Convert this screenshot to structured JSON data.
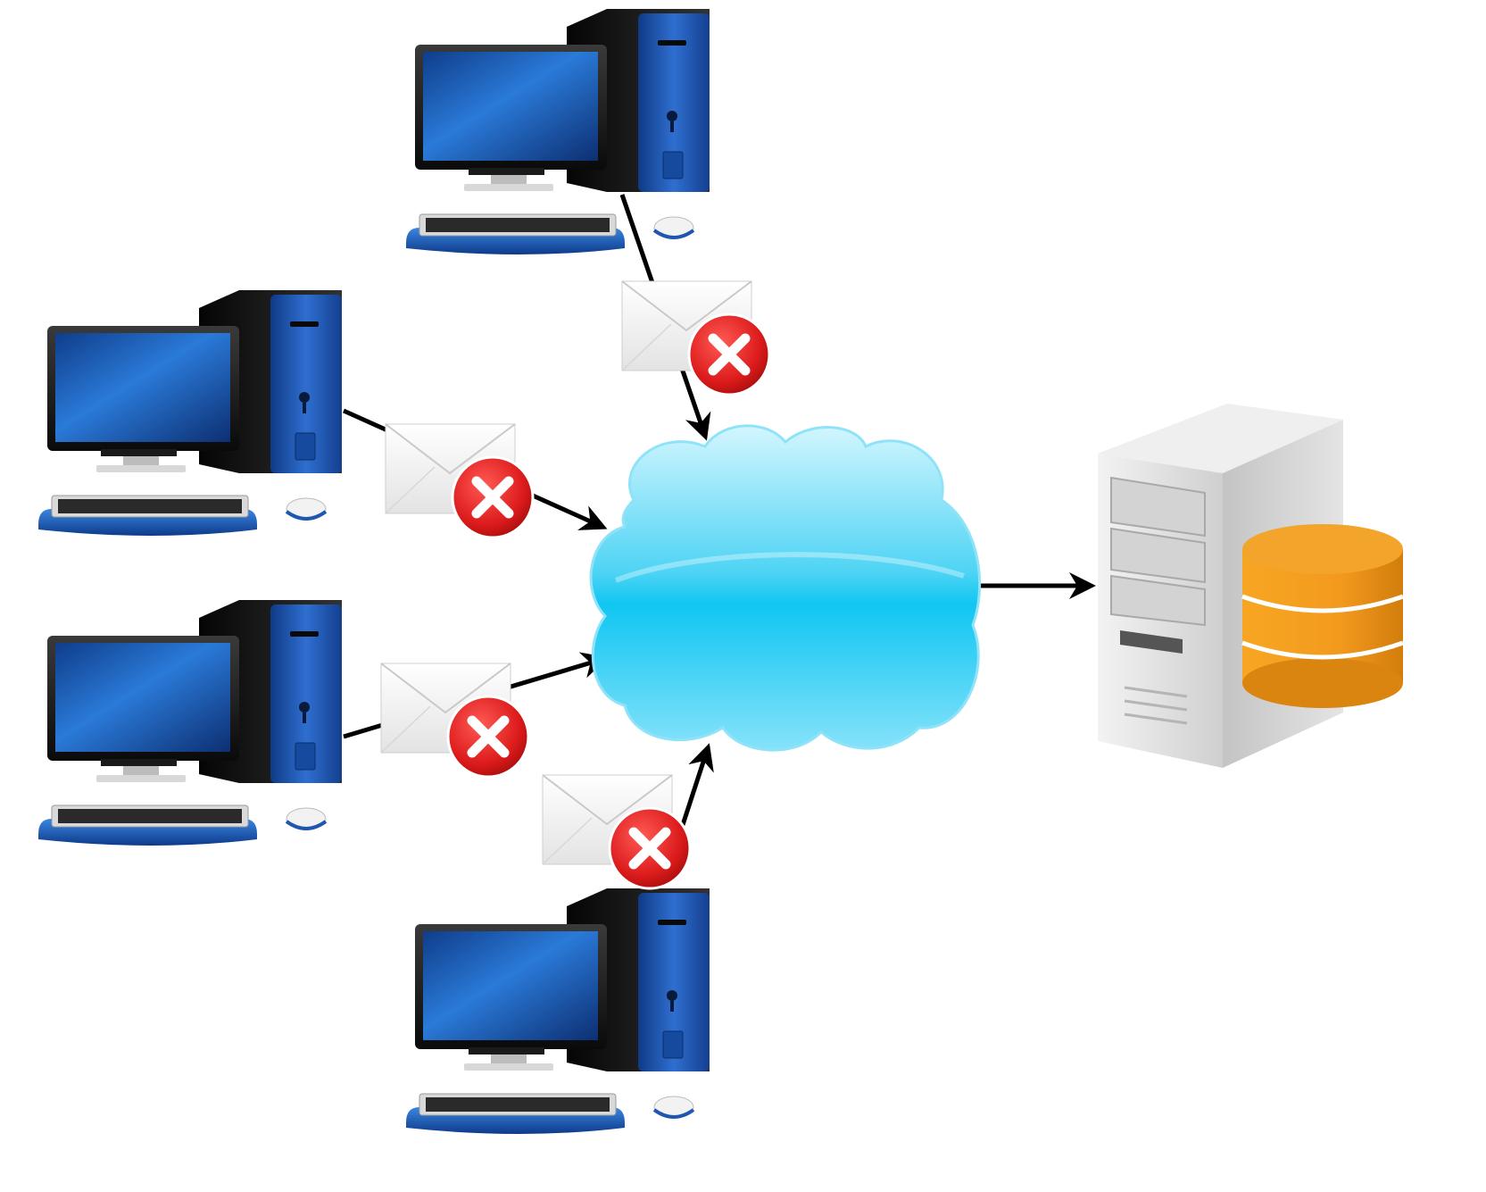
{
  "diagram": {
    "nodes": [
      {
        "id": "pc-top",
        "kind": "desktop-computer"
      },
      {
        "id": "pc-left-upper",
        "kind": "desktop-computer"
      },
      {
        "id": "pc-left-lower",
        "kind": "desktop-computer"
      },
      {
        "id": "pc-bottom",
        "kind": "desktop-computer"
      },
      {
        "id": "network-cloud",
        "kind": "cloud"
      },
      {
        "id": "database-server",
        "kind": "server-with-database"
      }
    ],
    "edges": [
      {
        "from": "pc-top",
        "to": "network-cloud",
        "message": "envelope-icon",
        "status": "blocked-x-icon"
      },
      {
        "from": "pc-left-upper",
        "to": "network-cloud",
        "message": "envelope-icon",
        "status": "blocked-x-icon"
      },
      {
        "from": "pc-left-lower",
        "to": "network-cloud",
        "message": "envelope-icon",
        "status": "blocked-x-icon"
      },
      {
        "from": "pc-bottom",
        "to": "network-cloud",
        "message": "envelope-icon",
        "status": "blocked-x-icon"
      },
      {
        "from": "network-cloud",
        "to": "database-server"
      }
    ],
    "colors": {
      "monitor_frame": "#1c1c1c",
      "screen": "#1f66c4",
      "tower_blue": "#1f56b0",
      "cloud": "#3ccff2",
      "error_red": "#e0201f",
      "database": "#f39a1e",
      "server_body": "#d8d8d8"
    }
  }
}
